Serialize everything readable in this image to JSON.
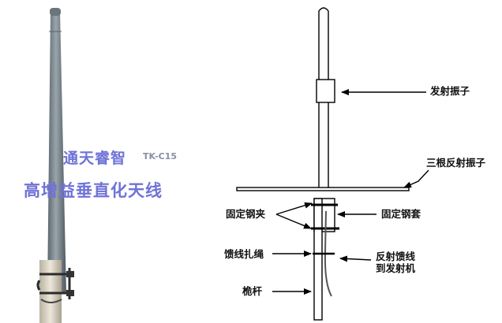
{
  "watermark": {
    "brand": "通天睿智",
    "model": "TK-C15",
    "title": "高增益垂直化天线"
  },
  "labels": {
    "radiating_element": "发射振子",
    "three_reflectors": "三根反射振子",
    "fixed_clamp": "固定钢夹",
    "fixed_sleeve": "固定钢套",
    "feeder_tie": "馈线扎绳",
    "feeder_line_1": "反射馈线",
    "feeder_line_2": "到发射机",
    "mast": "桅杆"
  },
  "colors": {
    "watermark": "#6f73d6",
    "antenna_body": "#7e8890",
    "mast_pipe": "#d8d2c2",
    "line": "#000000"
  }
}
